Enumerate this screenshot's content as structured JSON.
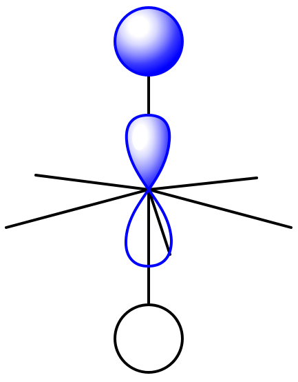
{
  "diagram": {
    "type": "molecular-orbital-illustration",
    "elements": [
      "top-atom-sphere-shaded",
      "upper-orbital-lobe-shaded",
      "lower-orbital-lobe-outline",
      "bottom-atom-circle-outline",
      "axis-lines"
    ]
  },
  "colors": {
    "background": "#ffffff",
    "line": "#000000",
    "orbital_blue": "#0000ff",
    "orbital_highlight": "#ffffff",
    "orbital_mid": "#6f6fff",
    "orbital_light": "#c9c9ff"
  },
  "icons": {
    "top_sphere": "sphere-icon",
    "upper_lobe": "orbital-lobe-icon",
    "lower_lobe": "orbital-lobe-outline-icon",
    "bottom_circle": "circle-icon"
  }
}
